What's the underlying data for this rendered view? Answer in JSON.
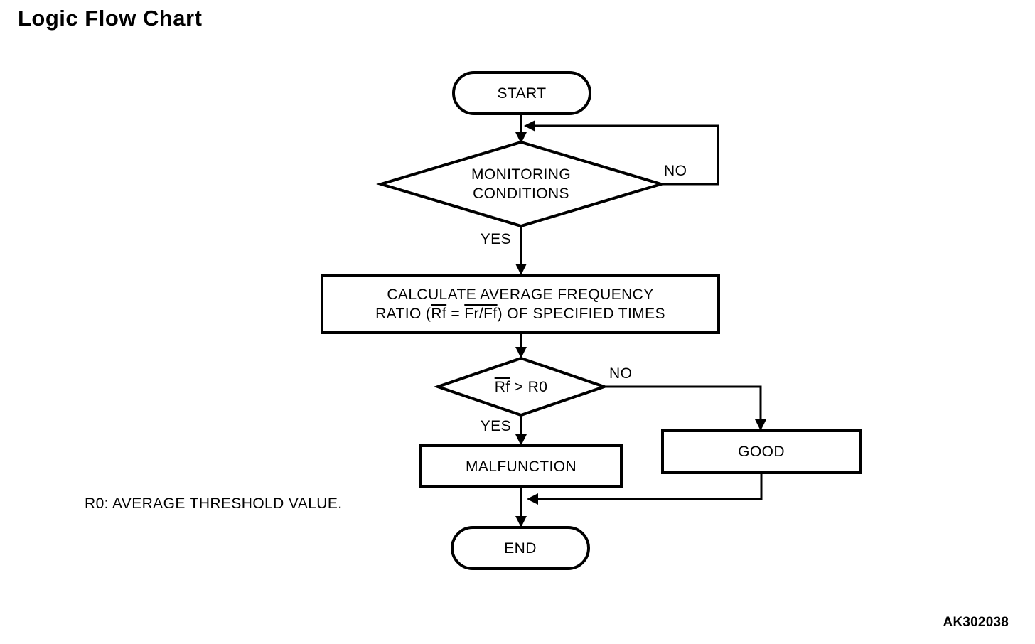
{
  "page": {
    "title": "Logic Flow Chart",
    "note": "R0: AVERAGE THRESHOLD VALUE.",
    "figure_code": "AK302038",
    "colors": {
      "ink": "#000000",
      "background": "#ffffff"
    }
  },
  "flowchart": {
    "nodes": {
      "start": {
        "type": "terminator",
        "label": "START"
      },
      "monitoring": {
        "type": "decision",
        "label_lines": [
          "MONITORING",
          "CONDITIONS"
        ]
      },
      "calculate": {
        "type": "process",
        "line1": "CALCULATE AVERAGE FREQUENCY",
        "line2_segments": [
          {
            "text": "RATIO (",
            "overline": false
          },
          {
            "text": "Rf",
            "overline": true
          },
          {
            "text": " = ",
            "overline": false
          },
          {
            "text": "Fr/Ff",
            "overline": true
          },
          {
            "text": ") OF SPECIFIED TIMES",
            "overline": false
          }
        ]
      },
      "rf_check": {
        "type": "decision",
        "segments": [
          {
            "text": "Rf",
            "overline": true
          },
          {
            "text": " > R0",
            "overline": false
          }
        ]
      },
      "malfunction": {
        "type": "process",
        "label": "MALFUNCTION"
      },
      "good": {
        "type": "process",
        "label": "GOOD"
      },
      "end": {
        "type": "terminator",
        "label": "END"
      }
    },
    "edge_labels": {
      "monitoring_no": "NO",
      "monitoring_yes": "YES",
      "rf_no": "NO",
      "rf_yes": "YES"
    }
  }
}
